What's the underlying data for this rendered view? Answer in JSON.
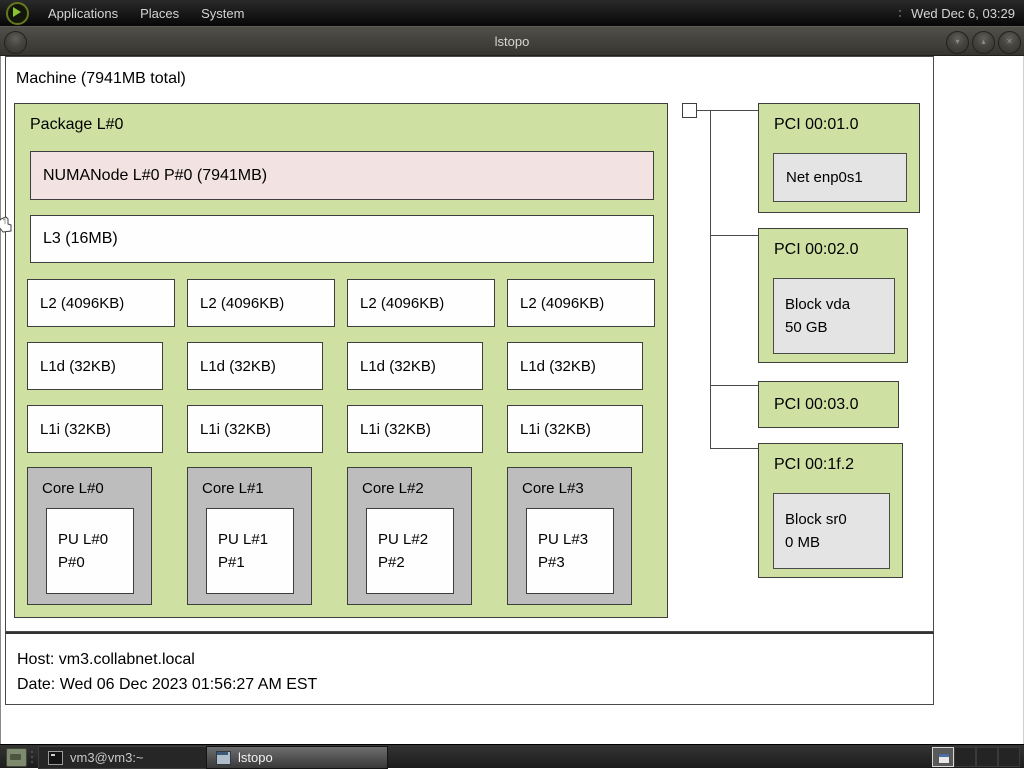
{
  "panel": {
    "menus": [
      "Applications",
      "Places",
      "System"
    ],
    "clock": "Wed Dec 6, 03:29"
  },
  "window": {
    "title": "lstopo"
  },
  "machine": {
    "label": "Machine (7941MB total)",
    "package": {
      "label": "Package L#0",
      "numa": "NUMANode L#0 P#0 (7941MB)",
      "l3": "L3 (16MB)",
      "l2": [
        "L2 (4096KB)",
        "L2 (4096KB)",
        "L2 (4096KB)",
        "L2 (4096KB)"
      ],
      "l1d": [
        "L1d (32KB)",
        "L1d (32KB)",
        "L1d (32KB)",
        "L1d (32KB)"
      ],
      "l1i": [
        "L1i (32KB)",
        "L1i (32KB)",
        "L1i (32KB)",
        "L1i (32KB)"
      ],
      "cores": [
        {
          "label": "Core L#0",
          "pu": [
            "PU L#0",
            "P#0"
          ]
        },
        {
          "label": "Core L#1",
          "pu": [
            "PU L#1",
            "P#1"
          ]
        },
        {
          "label": "Core L#2",
          "pu": [
            "PU L#2",
            "P#2"
          ]
        },
        {
          "label": "Core L#3",
          "pu": [
            "PU L#3",
            "P#3"
          ]
        }
      ]
    },
    "pci": [
      {
        "label": "PCI 00:01.0",
        "device_lines": [
          "Net enp0s1"
        ]
      },
      {
        "label": "PCI 00:02.0",
        "device_lines": [
          "Block vda",
          "50 GB"
        ]
      },
      {
        "label": "PCI 00:03.0",
        "device_lines": []
      },
      {
        "label": "PCI 00:1f.2",
        "device_lines": [
          "Block sr0",
          "0 MB"
        ]
      }
    ]
  },
  "legend": {
    "host": "Host: vm3.collabnet.local",
    "date": "Date: Wed 06 Dec 2023 01:56:27 AM EST"
  },
  "taskbar": {
    "tasks": [
      {
        "label": "vm3@vm3:~",
        "active": false
      },
      {
        "label": "lstopo",
        "active": true
      }
    ]
  },
  "icons": {
    "distributor-logo": "dark circle with green play triangle",
    "window-menu": "round titlebar button",
    "minimize": "round titlebar button",
    "maximize": "round titlebar button",
    "close": "round titlebar button",
    "drawer": "file drawer",
    "terminal": "terminal window",
    "lstopo-window": "application window",
    "workspace": "pager cell with window",
    "hand-cursor": "pointing hand mouse cursor"
  },
  "colors": {
    "package_green": "#cee0a2",
    "numa_pink": "#f2e2e1",
    "core_gray": "#bdbdbd",
    "device_gray": "#e4e4e4",
    "box_border": "#3e3e3e",
    "panel_bg": "#070707",
    "titlebar_bg": "#3e3d38"
  }
}
